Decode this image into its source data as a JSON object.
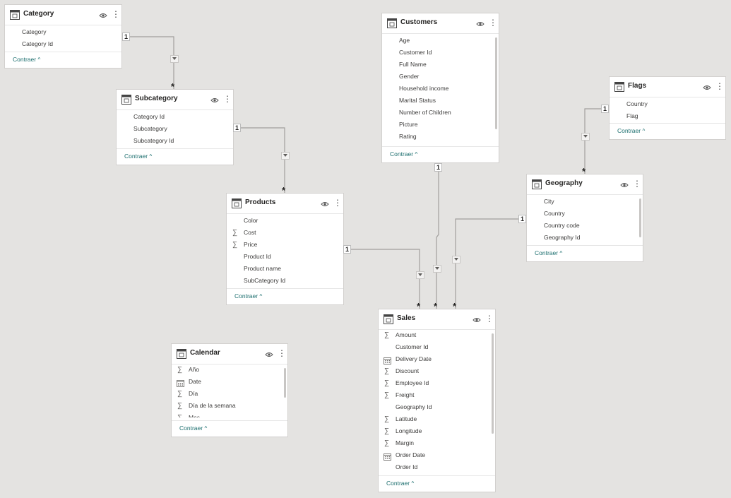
{
  "collapse_label": "Contraer",
  "collapse_chevron": "^",
  "cardinality_one": "1",
  "cardinality_many": "*",
  "colors": {
    "canvas": "#e4e3e1",
    "link": "#a19f9d",
    "accent": "#1b6e6e"
  },
  "tables": {
    "category": {
      "title": "Category",
      "fields": [
        {
          "name": "Category",
          "icon": "none"
        },
        {
          "name": "Category Id",
          "icon": "none"
        }
      ]
    },
    "subcategory": {
      "title": "Subcategory",
      "fields": [
        {
          "name": "Category Id",
          "icon": "none"
        },
        {
          "name": "Subcategory",
          "icon": "none"
        },
        {
          "name": "Subcategory Id",
          "icon": "none"
        }
      ]
    },
    "customers": {
      "title": "Customers",
      "fields": [
        {
          "name": "Age",
          "icon": "none"
        },
        {
          "name": "Customer Id",
          "icon": "none"
        },
        {
          "name": "Full Name",
          "icon": "none"
        },
        {
          "name": "Gender",
          "icon": "none"
        },
        {
          "name": "Household income",
          "icon": "none"
        },
        {
          "name": "Marital Status",
          "icon": "none"
        },
        {
          "name": "Number of Children",
          "icon": "none"
        },
        {
          "name": "Picture",
          "icon": "none"
        },
        {
          "name": "Rating",
          "icon": "none"
        }
      ]
    },
    "flags": {
      "title": "Flags",
      "fields": [
        {
          "name": "Country",
          "icon": "none"
        },
        {
          "name": "Flag",
          "icon": "none"
        }
      ]
    },
    "geography": {
      "title": "Geography",
      "fields": [
        {
          "name": "City",
          "icon": "none"
        },
        {
          "name": "Country",
          "icon": "none"
        },
        {
          "name": "Country code",
          "icon": "none"
        },
        {
          "name": "Geography Id",
          "icon": "none"
        }
      ]
    },
    "products": {
      "title": "Products",
      "fields": [
        {
          "name": "Color",
          "icon": "none"
        },
        {
          "name": "Cost",
          "icon": "sigma"
        },
        {
          "name": "Price",
          "icon": "sigma"
        },
        {
          "name": "Product Id",
          "icon": "none"
        },
        {
          "name": "Product name",
          "icon": "none"
        },
        {
          "name": "SubCategory Id",
          "icon": "none"
        }
      ]
    },
    "calendar": {
      "title": "Calendar",
      "fields": [
        {
          "name": "Año",
          "icon": "sigma"
        },
        {
          "name": "Date",
          "icon": "calendar"
        },
        {
          "name": "Día",
          "icon": "sigma"
        },
        {
          "name": "Día de la semana",
          "icon": "sigma"
        },
        {
          "name": "Mes",
          "icon": "sigma"
        }
      ]
    },
    "sales": {
      "title": "Sales",
      "fields": [
        {
          "name": "Amount",
          "icon": "sigma"
        },
        {
          "name": "Customer Id",
          "icon": "none"
        },
        {
          "name": "Delivery Date",
          "icon": "calendar"
        },
        {
          "name": "Discount",
          "icon": "sigma"
        },
        {
          "name": "Employee Id",
          "icon": "sigma"
        },
        {
          "name": "Freight",
          "icon": "sigma"
        },
        {
          "name": "Geography Id",
          "icon": "none"
        },
        {
          "name": "Latitude",
          "icon": "sigma"
        },
        {
          "name": "Longitude",
          "icon": "sigma"
        },
        {
          "name": "Margin",
          "icon": "sigma"
        },
        {
          "name": "Order Date",
          "icon": "calendar"
        },
        {
          "name": "Order Id",
          "icon": "none"
        }
      ]
    }
  }
}
